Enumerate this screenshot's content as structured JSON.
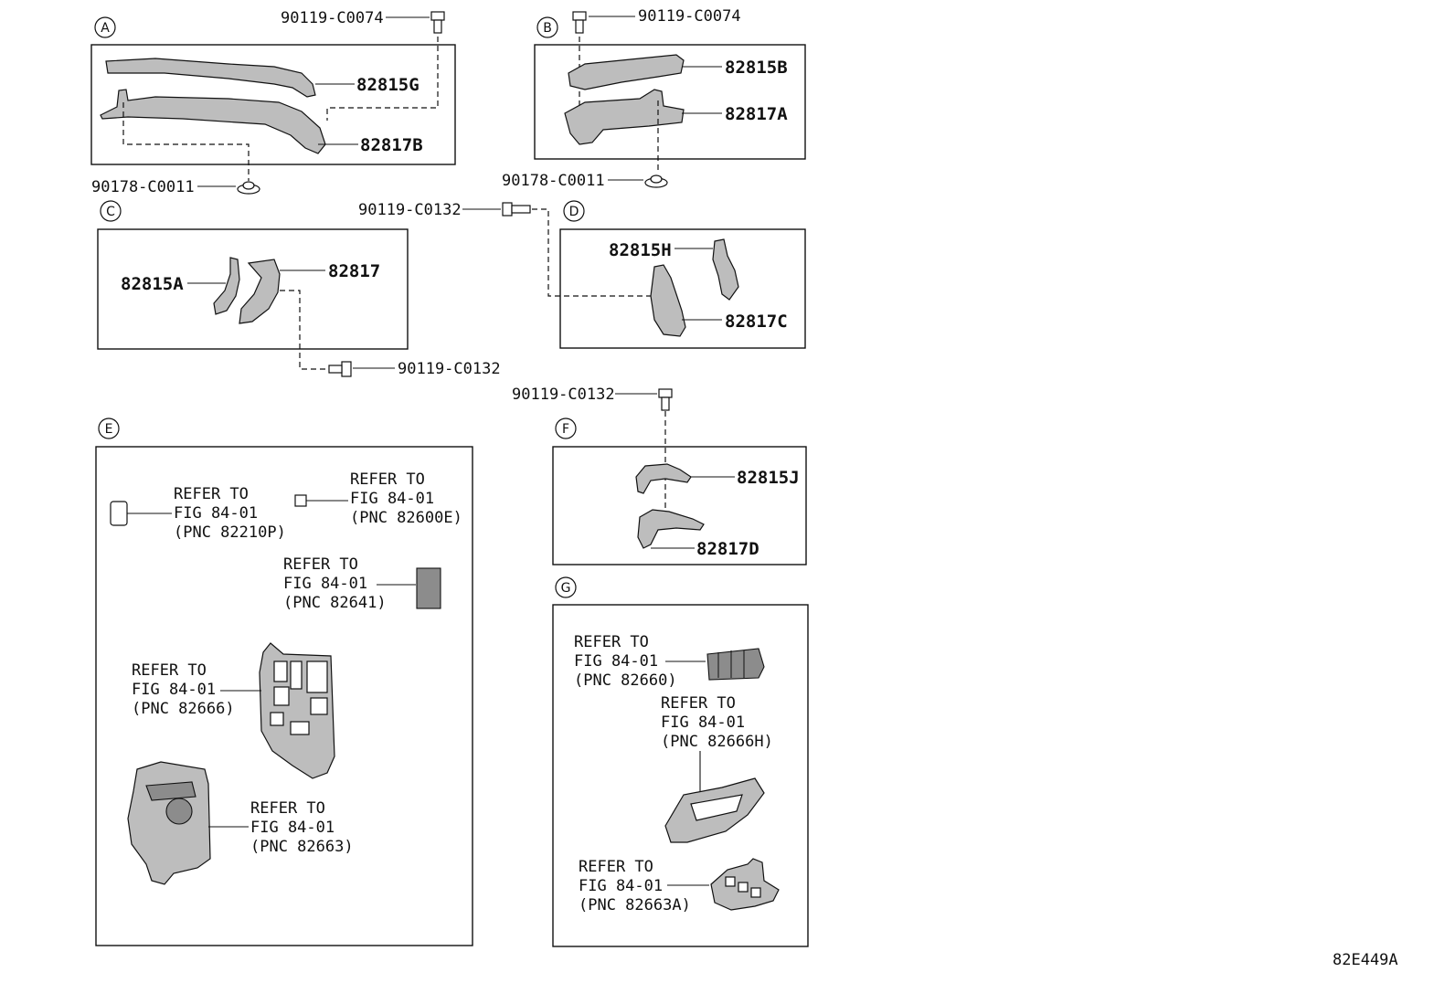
{
  "diagram_code": "82E449A",
  "sections": {
    "A": {
      "letter": "A",
      "fasteners": [
        "90119-C0074",
        "90178-C0011"
      ],
      "parts": [
        "82815G",
        "82817B"
      ]
    },
    "B": {
      "letter": "B",
      "fasteners": [
        "90119-C0074",
        "90178-C0011"
      ],
      "parts": [
        "82815B",
        "82817A"
      ]
    },
    "C": {
      "letter": "C",
      "fasteners": [
        "90119-C0132"
      ],
      "parts": [
        "82815A",
        "82817"
      ]
    },
    "D": {
      "letter": "D",
      "fasteners": [
        "90119-C0132"
      ],
      "parts": [
        "82815H",
        "82817C"
      ]
    },
    "E": {
      "letter": "E"
    },
    "F": {
      "letter": "F",
      "fasteners": [
        "90119-C0132"
      ],
      "parts": [
        "82815J",
        "82817D"
      ]
    },
    "G": {
      "letter": "G"
    }
  },
  "refer": {
    "refer_to": "REFER TO",
    "fig": "FIG 84-01",
    "e1": "(PNC 82210P)",
    "e2": "(PNC 82600E)",
    "e3": "(PNC 82641)",
    "e4": "(PNC 82666)",
    "e5": "(PNC 82663)",
    "g1": "(PNC 82660)",
    "g2": "(PNC 82666H)",
    "g3": "(PNC 82663A)"
  }
}
